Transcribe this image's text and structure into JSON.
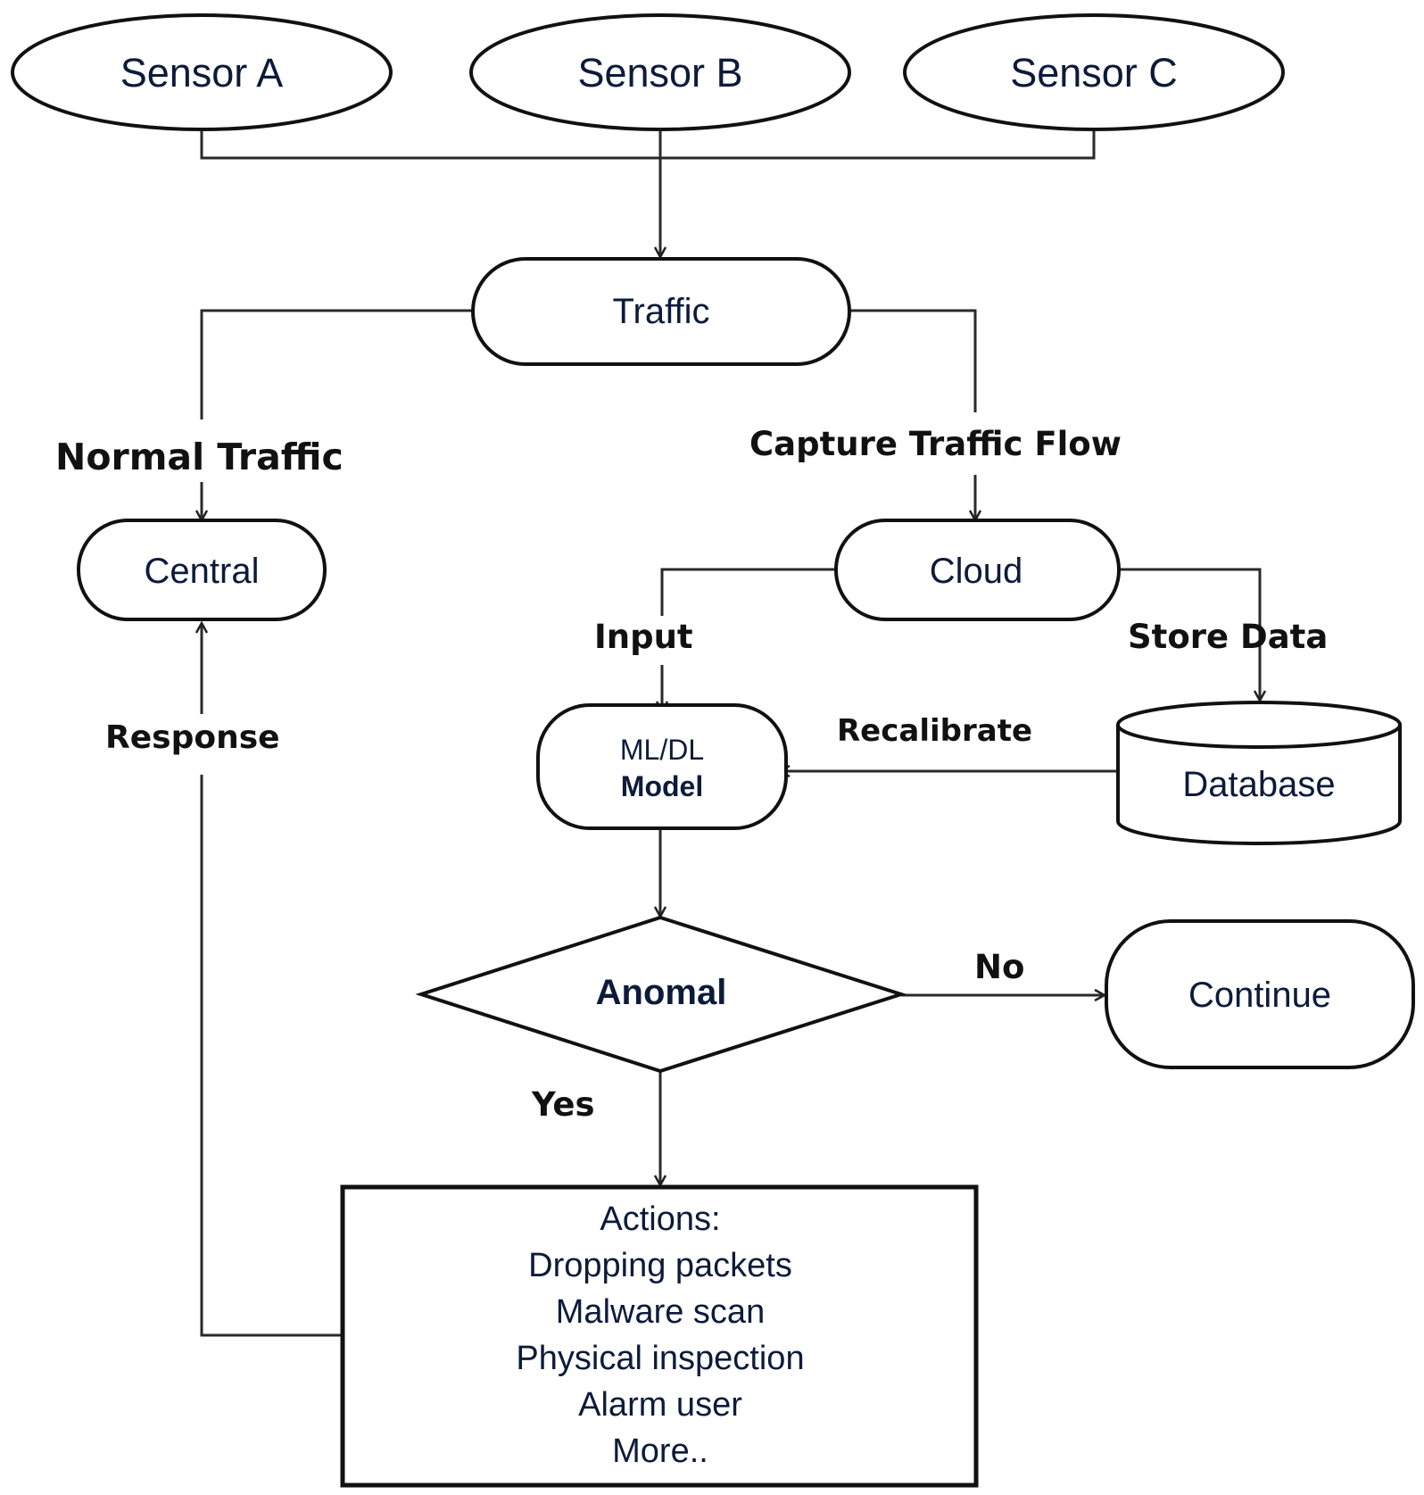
{
  "nodes": {
    "sensor_a": "Sensor A",
    "sensor_b": "Sensor B",
    "sensor_c": "Sensor C",
    "traffic": "Traffic",
    "central": "Central",
    "cloud": "Cloud",
    "ml_model_line1": "ML/DL",
    "ml_model_line2": "Model",
    "database": "Database",
    "decision": "Anomal",
    "continue": "Continue",
    "actions": {
      "title": "Actions:",
      "items": [
        "Dropping packets",
        "Malware scan",
        "Physical inspection",
        "Alarm user",
        "More.."
      ]
    }
  },
  "edge_labels": {
    "normal_traffic": "Normal Traffic",
    "capture_traffic_flow": "Capture Traffic Flow",
    "input": "Input",
    "store_data": "Store Data",
    "recalibrate": "Recalibrate",
    "response": "Response",
    "yes": "Yes",
    "no": "No"
  }
}
